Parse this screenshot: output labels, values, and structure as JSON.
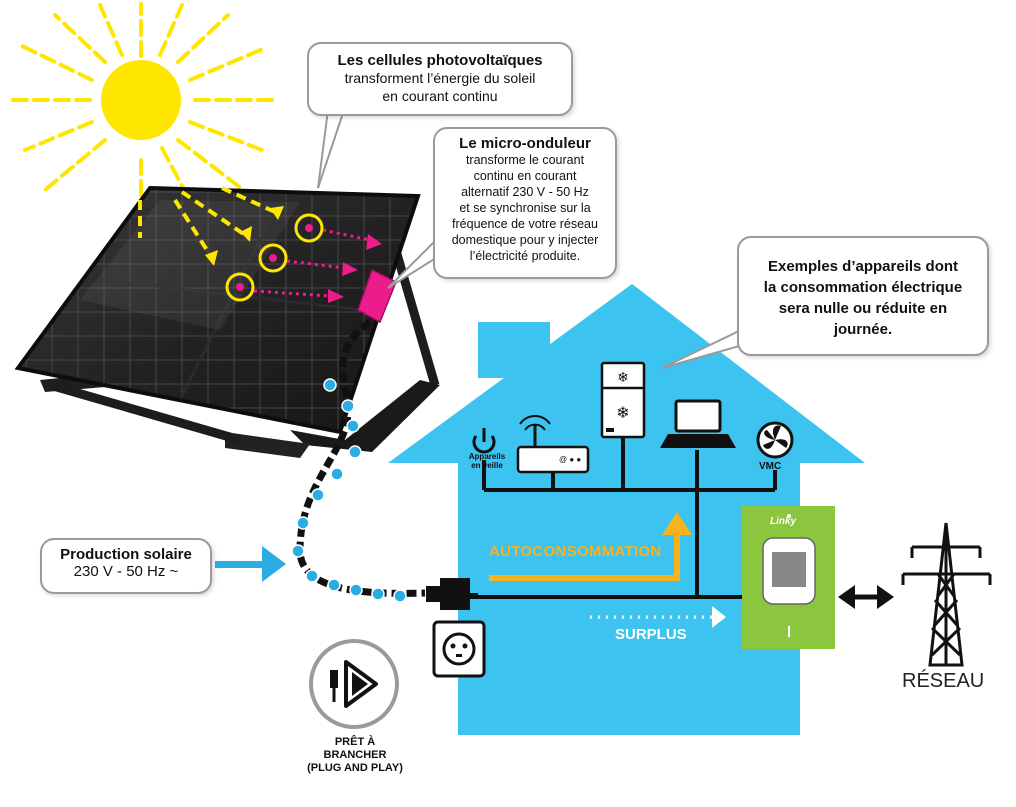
{
  "bubbles": {
    "cells": {
      "title": "Les cellules photovoltaïques",
      "line1": "transforment l’énergie du soleil",
      "line2": "en courant continu"
    },
    "inverter": {
      "title": "Le micro-onduleur",
      "lines": [
        "transforme le courant",
        "continu en courant",
        "alternatif 230 V - 50 Hz",
        "et se synchronise sur la",
        "fréquence de votre réseau",
        "domestique pour y injecter",
        "l’électricité produite."
      ]
    },
    "devices": {
      "lines": [
        "Exemples d’appareils dont",
        "la consommation électrique",
        "sera nulle ou réduite en",
        "journée."
      ]
    },
    "production": {
      "title": "Production solaire",
      "value": "230 V - 50 Hz ~"
    }
  },
  "labels": {
    "autoconsommation": "AUTOCONSOMMATION",
    "surplus": "SURPLUS",
    "reseau": "RÉSEAU",
    "appareils_veille_1": "Appareils",
    "appareils_veille_2": "en veille",
    "vmc": "VMC",
    "linky": "Linky",
    "wifi_at": "@ ● ●",
    "plug_play_1": "PRÊT À",
    "plug_play_2": "BRANCHER",
    "plug_play_3": "(PLUG AND PLAY)"
  },
  "colors": {
    "house": "#3cc3ef",
    "linky": "#8cc63f",
    "autoconsommation": "#f7b21e",
    "inverter": "#ec1c8c",
    "sun": "#ffe600",
    "cable_dot": "#2aaee2"
  },
  "icons": [
    "sun-icon",
    "solar-panel-icon",
    "micro-inverter-icon",
    "standby-power-icon",
    "wifi-router-icon",
    "fridge-icon",
    "laptop-icon",
    "fan-icon",
    "linky-meter-icon",
    "power-pylon-icon",
    "wall-socket-icon",
    "plug-and-play-icon"
  ]
}
